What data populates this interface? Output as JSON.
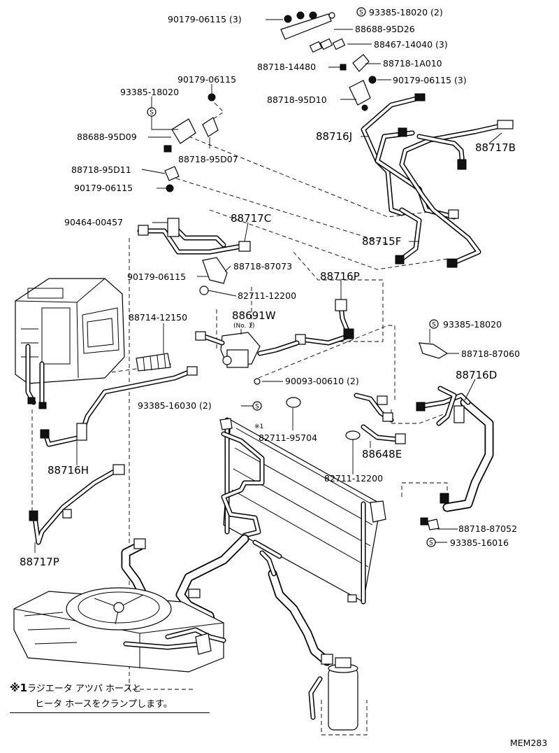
{
  "labels": {
    "l01": "90179-06115 (3)",
    "l02": "93385-18020 (2)",
    "l03": "88688-95D26",
    "l04": "88467-14040 (3)",
    "l05": "88718-14480",
    "l06": "88718-1A010",
    "l07": "90179-06115",
    "l08": "90179-06115 (3)",
    "l09": "93385-18020",
    "l10": "88718-95D10",
    "l11": "88716J",
    "l12": "88688-95D09",
    "l13": "88717B",
    "l14": "88718-95D07",
    "l15": "88718-95D11",
    "l16": "90179-06115",
    "l17": "88717C",
    "l18": "90464-00457",
    "l19": "88715F",
    "l20": "88718-87073",
    "l21": "90179-06115",
    "l22": "88716P",
    "l23": "82711-12200",
    "l24": "88714-12150",
    "l25": "88691W",
    "l26": "(No. 1)",
    "l27": "93385-18020",
    "l28": "88718-87060",
    "l29": "88716D",
    "l30": "90093-00610 (2)",
    "l31": "93385-16030 (2)",
    "l32": "※1",
    "l33": "82711-95704",
    "l34": "88648E",
    "l35": "88716H",
    "l36": "82711-12200",
    "l37": "88718-87052",
    "l38": "93385-16016",
    "l39": "88717P"
  },
  "symbols": {
    "s_glyph": "S"
  },
  "note": {
    "mark": "※1",
    "line1": "ラジエータ アツパ ホースと",
    "line2": "ヒータ ホースをクランプします。"
  },
  "figure_code": "MEM283"
}
